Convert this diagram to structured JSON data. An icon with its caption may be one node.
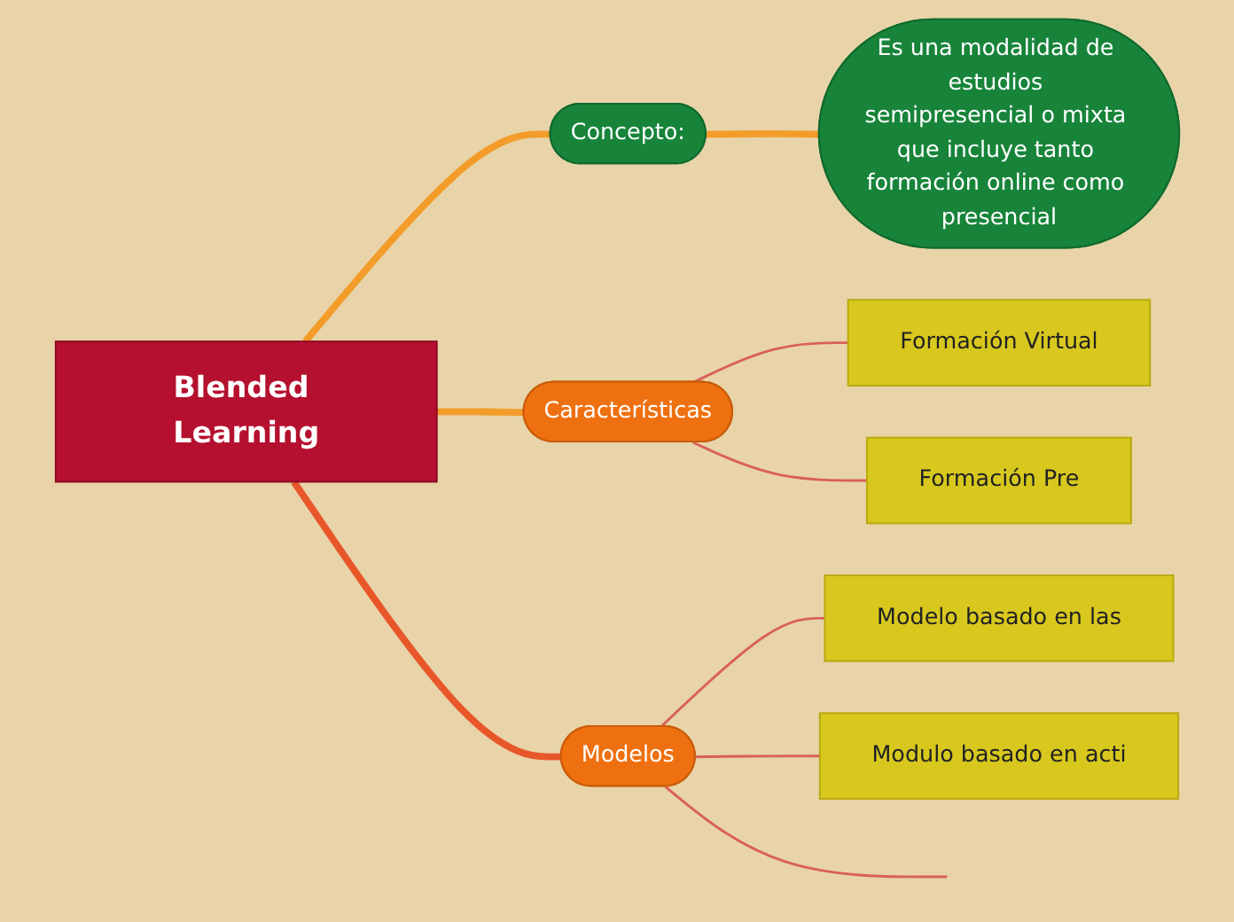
{
  "diagram": {
    "nodes": [
      {
        "text": [
          "Blended Learning"
        ]
      },
      {
        "text": [
          "Concepto:"
        ]
      },
      {
        "text": [
          "Es una modalidad de estudios semipresencial o mixta que incluye tanto formación online como presencial"
        ]
      },
      {
        "text": [
          "Características"
        ]
      },
      {
        "text": [
          "Formación Virtual"
        ]
      },
      {
        "text": [
          "Formación Pre"
        ]
      },
      {
        "text": [
          "Modelos"
        ]
      },
      {
        "text": [
          "Modelo basado en las"
        ]
      },
      {
        "text": [
          "Modulo basado en acti"
        ]
      }
    ],
    "edges": [
      {
        "from": 0,
        "to": 1,
        "arrow": "none",
        "style": "thick",
        "color": "#f39c2a"
      },
      {
        "from": 1,
        "to": 2,
        "arrow": "none",
        "style": "thick",
        "color": "#f39c2a"
      },
      {
        "from": 0,
        "to": 3,
        "arrow": "none",
        "style": "thick",
        "color": "#f39c2a"
      },
      {
        "from": 3,
        "to": 4,
        "arrow": "none"
      },
      {
        "from": 3,
        "to": 5,
        "arrow": "none"
      },
      {
        "from": 0,
        "to": 6,
        "arrow": "none",
        "style": "thick",
        "color": "#e8572a"
      },
      {
        "from": 6,
        "to": 7,
        "arrow": "none"
      },
      {
        "from": 6,
        "to": 8,
        "arrow": "none"
      },
      {
        "from": 6,
        "to": null,
        "arrow": "none"
      }
    ]
  }
}
